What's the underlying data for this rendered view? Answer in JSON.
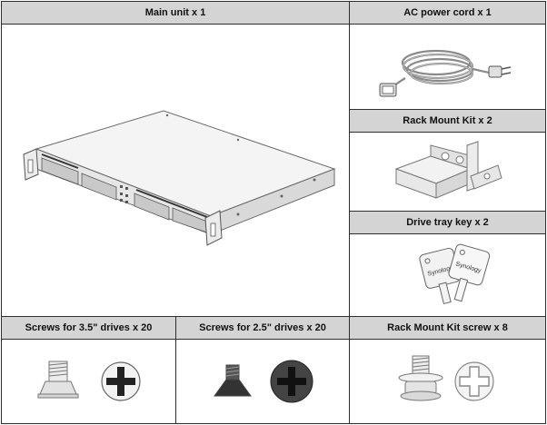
{
  "items": {
    "main_unit": "Main unit x 1",
    "ac_power_cord": "AC power cord x 1",
    "rack_mount_kit": "Rack Mount Kit x 2",
    "drive_tray_key": "Drive tray key x 2",
    "screws_35": "Screws for 3.5\" drives x 20",
    "screws_25": "Screws for 2.5\" drives x 20",
    "rack_mount_screw": "Rack Mount Kit screw x 8"
  },
  "key_brand": "Synology",
  "icons": [
    "nas-main-unit-icon",
    "ac-power-cord-icon",
    "rack-mount-bracket-icon",
    "drive-tray-key-icon",
    "flat-head-screw-icon",
    "countersunk-screw-icon",
    "rack-screw-washer-icon",
    "phillips-head-icon"
  ]
}
